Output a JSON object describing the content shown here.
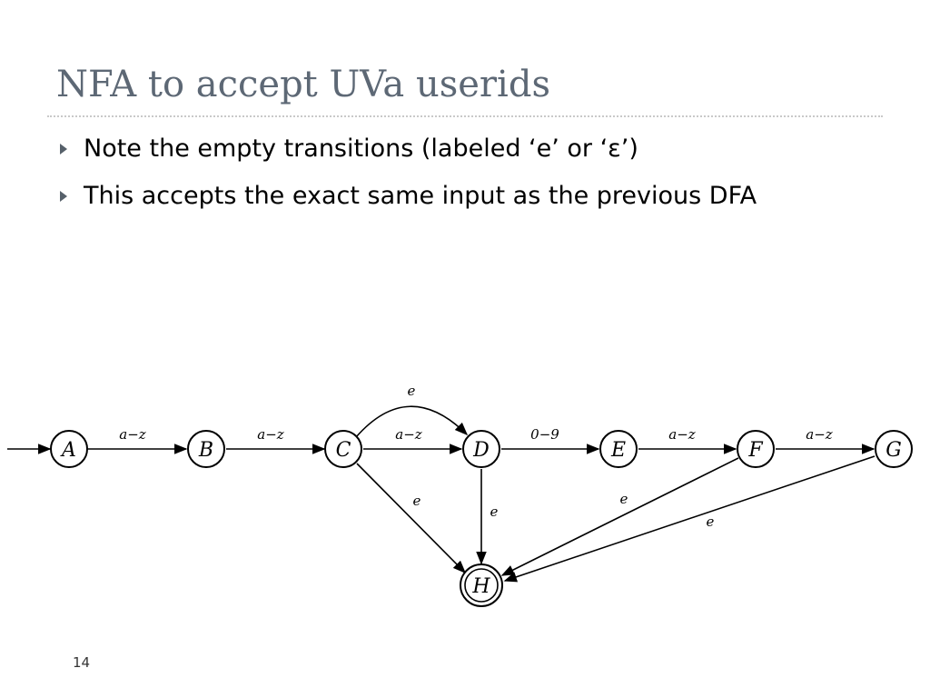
{
  "slide": {
    "title": "NFA to accept UVa userids",
    "bullets": [
      "Note the empty transitions (labeled ‘e’ or ‘ε’)",
      "This accepts the exact same input as the previous DFA"
    ],
    "page_number": "14"
  },
  "diagram": {
    "states": [
      "A",
      "B",
      "C",
      "D",
      "E",
      "F",
      "G",
      "H"
    ],
    "edges": [
      {
        "from": "A",
        "to": "B",
        "label": "a−z"
      },
      {
        "from": "B",
        "to": "C",
        "label": "a−z"
      },
      {
        "from": "C",
        "to": "D",
        "label": "a−z"
      },
      {
        "from": "C",
        "to": "D",
        "label": "e"
      },
      {
        "from": "D",
        "to": "E",
        "label": "0−9"
      },
      {
        "from": "E",
        "to": "F",
        "label": "a−z"
      },
      {
        "from": "F",
        "to": "G",
        "label": "a−z"
      },
      {
        "from": "C",
        "to": "H",
        "label": "e"
      },
      {
        "from": "D",
        "to": "H",
        "label": "e"
      },
      {
        "from": "F",
        "to": "H",
        "label": "e"
      },
      {
        "from": "G",
        "to": "H",
        "label": "e"
      }
    ]
  }
}
